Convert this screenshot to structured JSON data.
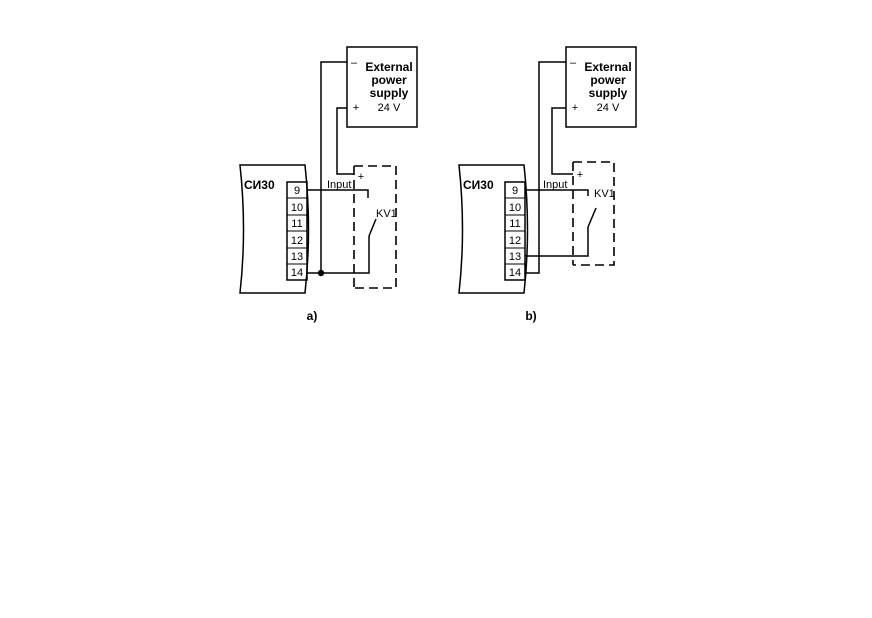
{
  "panels": [
    {
      "caption": "a)",
      "device_label": "СИ30",
      "terminals": [
        "9",
        "10",
        "11",
        "12",
        "13",
        "14"
      ],
      "power_supply": {
        "line1": "External",
        "line2": "power",
        "line3": "supply",
        "voltage": "24 V",
        "minus": "–",
        "plus": "+"
      },
      "input_label": "Input",
      "plus_label": "+",
      "relay_label": "KV1"
    },
    {
      "caption": "b)",
      "device_label": "СИ30",
      "terminals": [
        "9",
        "10",
        "11",
        "12",
        "13",
        "14"
      ],
      "power_supply": {
        "line1": "External",
        "line2": "power",
        "line3": "supply",
        "voltage": "24 V",
        "minus": "–",
        "plus": "+"
      },
      "input_label": "Input",
      "plus_label": "+",
      "relay_label": "KV1"
    }
  ]
}
